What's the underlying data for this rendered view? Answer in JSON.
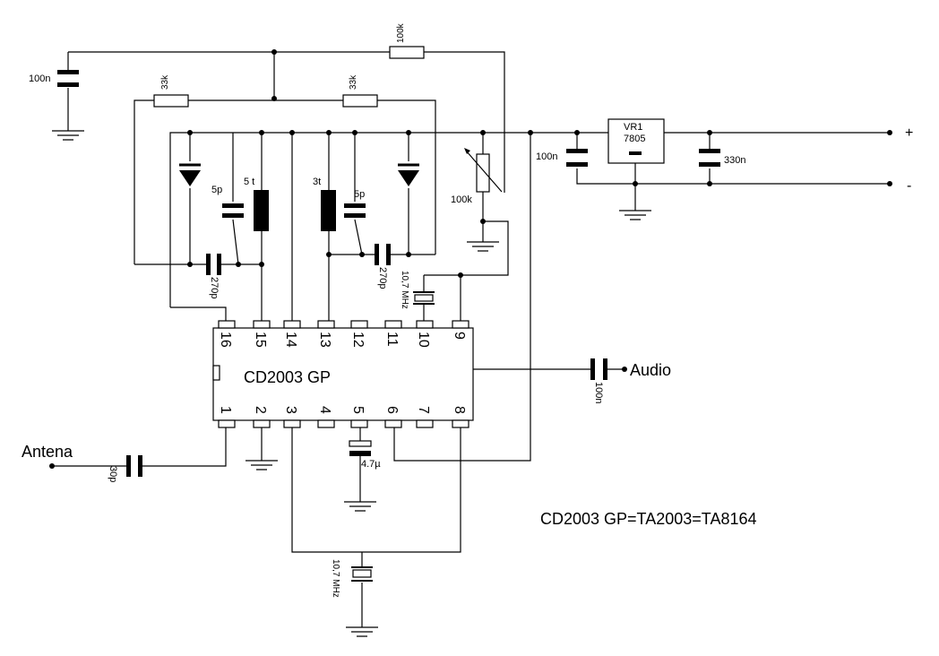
{
  "labels": {
    "c_top_left": "100n",
    "r_top": "100k",
    "r_left": "33k",
    "r_right": "33k",
    "c_left_5p": "5p",
    "coil_left": "5 t",
    "coil_right": "3t",
    "c_right_5p": "5p",
    "c_left_270p": "270p",
    "c_right_270p": "270p",
    "xtal_top": "10,7 MHz",
    "pot": "100k",
    "c_reg_in": "100n",
    "regulator_name": "VR1",
    "regulator_part": "7805",
    "c_reg_out": "330n",
    "plus": "+",
    "minus": "-",
    "audio": "Audio",
    "c_audio": "100n",
    "antenna": "Antena",
    "c_antenna": "30p",
    "c_pin5": "4.7µ",
    "xtal_bottom": "10,7 MHz",
    "equivalence": "CD2003 GP=TA2003=TA8164"
  },
  "ic": {
    "name": "CD2003 GP",
    "top_pins": [
      "16",
      "15",
      "14",
      "13",
      "12",
      "11",
      "10",
      "9"
    ],
    "bottom_pins": [
      "1",
      "2",
      "3",
      "4",
      "5",
      "6",
      "7",
      "8"
    ]
  }
}
